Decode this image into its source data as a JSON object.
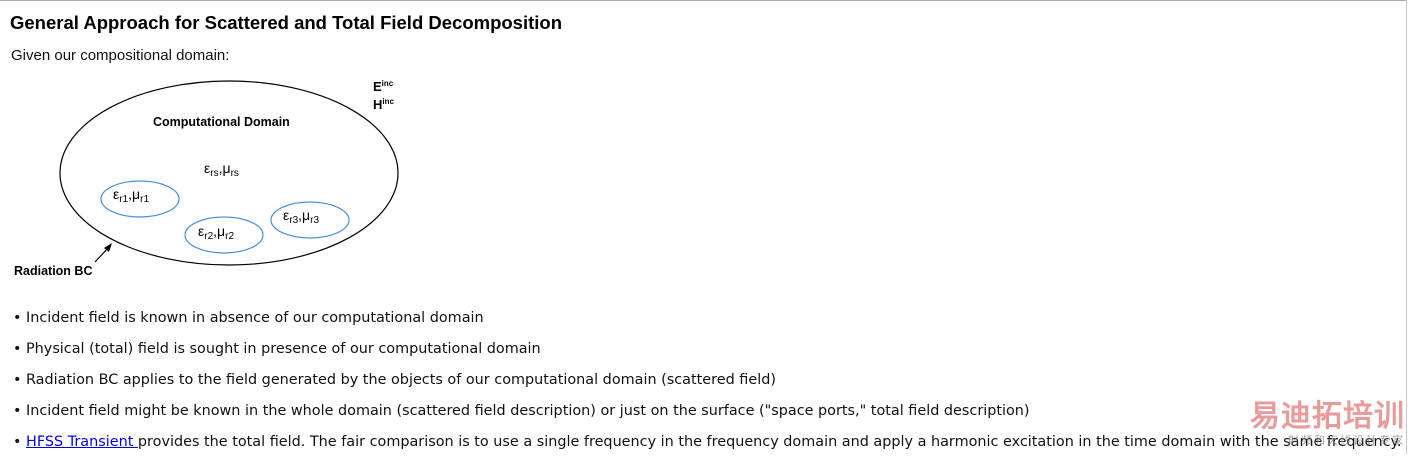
{
  "title": "General Approach for Scattered and Total Field Decomposition",
  "intro": "Given our compositional domain:",
  "diagram": {
    "domain_label": "Computational Domain",
    "incident_e": "E",
    "incident_e_sup": "inc",
    "incident_h": "H",
    "incident_h_sup": "inc",
    "background_material": {
      "eps": "ε",
      "eps_sub": "rs",
      "sep": ",",
      "mu": "μ",
      "mu_sub": "rs"
    },
    "objects": [
      {
        "eps": "ε",
        "eps_sub": "r1",
        "sep": ",",
        "mu": "μ",
        "mu_sub": "r1"
      },
      {
        "eps": "ε",
        "eps_sub": "r2",
        "sep": ",",
        "mu": "μ",
        "mu_sub": "r2"
      },
      {
        "eps": "ε",
        "eps_sub": "r3",
        "sep": ",",
        "mu": "μ",
        "mu_sub": "r3"
      }
    ],
    "boundary_label": "Radiation BC",
    "colors": {
      "domain_outline": "#000000",
      "object_outline": "#4a90d9"
    }
  },
  "bullets": [
    {
      "text": "Incident field is known in absence of our computational domain"
    },
    {
      "text": "Physical (total) field is sought in presence of our computational domain"
    },
    {
      "text": "Radiation BC applies to the field generated by the objects of our computational domain (scattered field)"
    },
    {
      "text": "Incident field might be known in the whole domain (scattered field description) or just on the surface (\"space ports,\" total field description)"
    },
    {
      "link": "HFSS Transient ",
      "text": "provides the total field. The fair comparison is to use a single frequency in the frequency domain and apply a harmonic excitation in the time domain with the same frequency."
    }
  ],
  "bullet_symbol": "•",
  "watermark": {
    "logo": "易迪拓培训",
    "sub": "射频和天线设计专家"
  }
}
